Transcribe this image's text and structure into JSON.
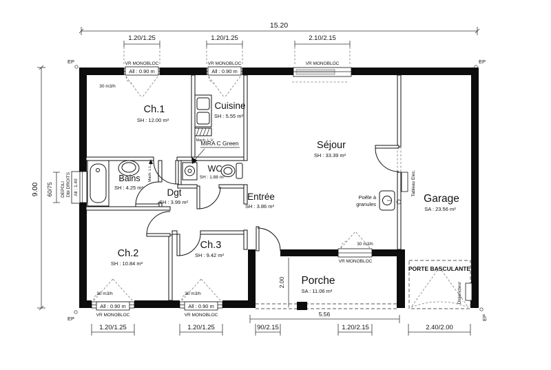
{
  "rooms": {
    "ch1": {
      "name": "Ch.1",
      "area": "SH : 12.00 m²"
    },
    "cuisine": {
      "name": "Cuisine",
      "area": "SH : 5.55 m²"
    },
    "sejour": {
      "name": "Séjour",
      "area": "SH : 33.39 m²"
    },
    "bains": {
      "name": "Bains",
      "area": "SH : 4.25 m²"
    },
    "dgt": {
      "name": "Dgt",
      "area": "SH : 3.99 m²"
    },
    "wc": {
      "name": "WC",
      "area": "SH : 1.88 m²"
    },
    "entree": {
      "name": "Entrée",
      "area": "SH : 3.86 m²"
    },
    "ch2": {
      "name": "Ch.2",
      "area": "SH : 10.84 m²"
    },
    "ch3": {
      "name": "Ch.3",
      "area": "SH : 9.42 m²"
    },
    "porche": {
      "name": "Porche",
      "area": "SA : 11.06 m²"
    },
    "garage": {
      "name": "Garage",
      "area": "SA : 23.56 m²"
    }
  },
  "dims": {
    "total_width": "15.20",
    "total_height": "9.00",
    "win1": "1.20/1.25",
    "win2": "1.20/1.25",
    "bay": "2.10/2.15",
    "ch2_win": "1.20/1.25",
    "ch3_win": "1.20/1.25",
    "porch_span": "5.56",
    "entry_door": "90/2.15",
    "porch_win": "1.20/2.15",
    "garage_door": "2.40/2.00",
    "porch_depth": "2.00",
    "bath_win": "60/75",
    "bath_sill": "All : 1.40"
  },
  "labels": {
    "ep": "EP",
    "vr": "VR MONOBLOC",
    "allege": "All : 0.90 m",
    "vent": "30 m3/h",
    "boiler": "MIRA C Green",
    "mach_lv": "Mach. L.V",
    "mach_ll": "Mach. L.L",
    "tableau": "Tableau Elec.",
    "poele_1": "Poêle à",
    "poele_2": "granules",
    "garage_door": "PORTE BASCULANTE",
    "disjoncteur": "Disjoncteur",
    "depoli": "DEPOLI",
    "droits": "Dbl DROITS"
  }
}
